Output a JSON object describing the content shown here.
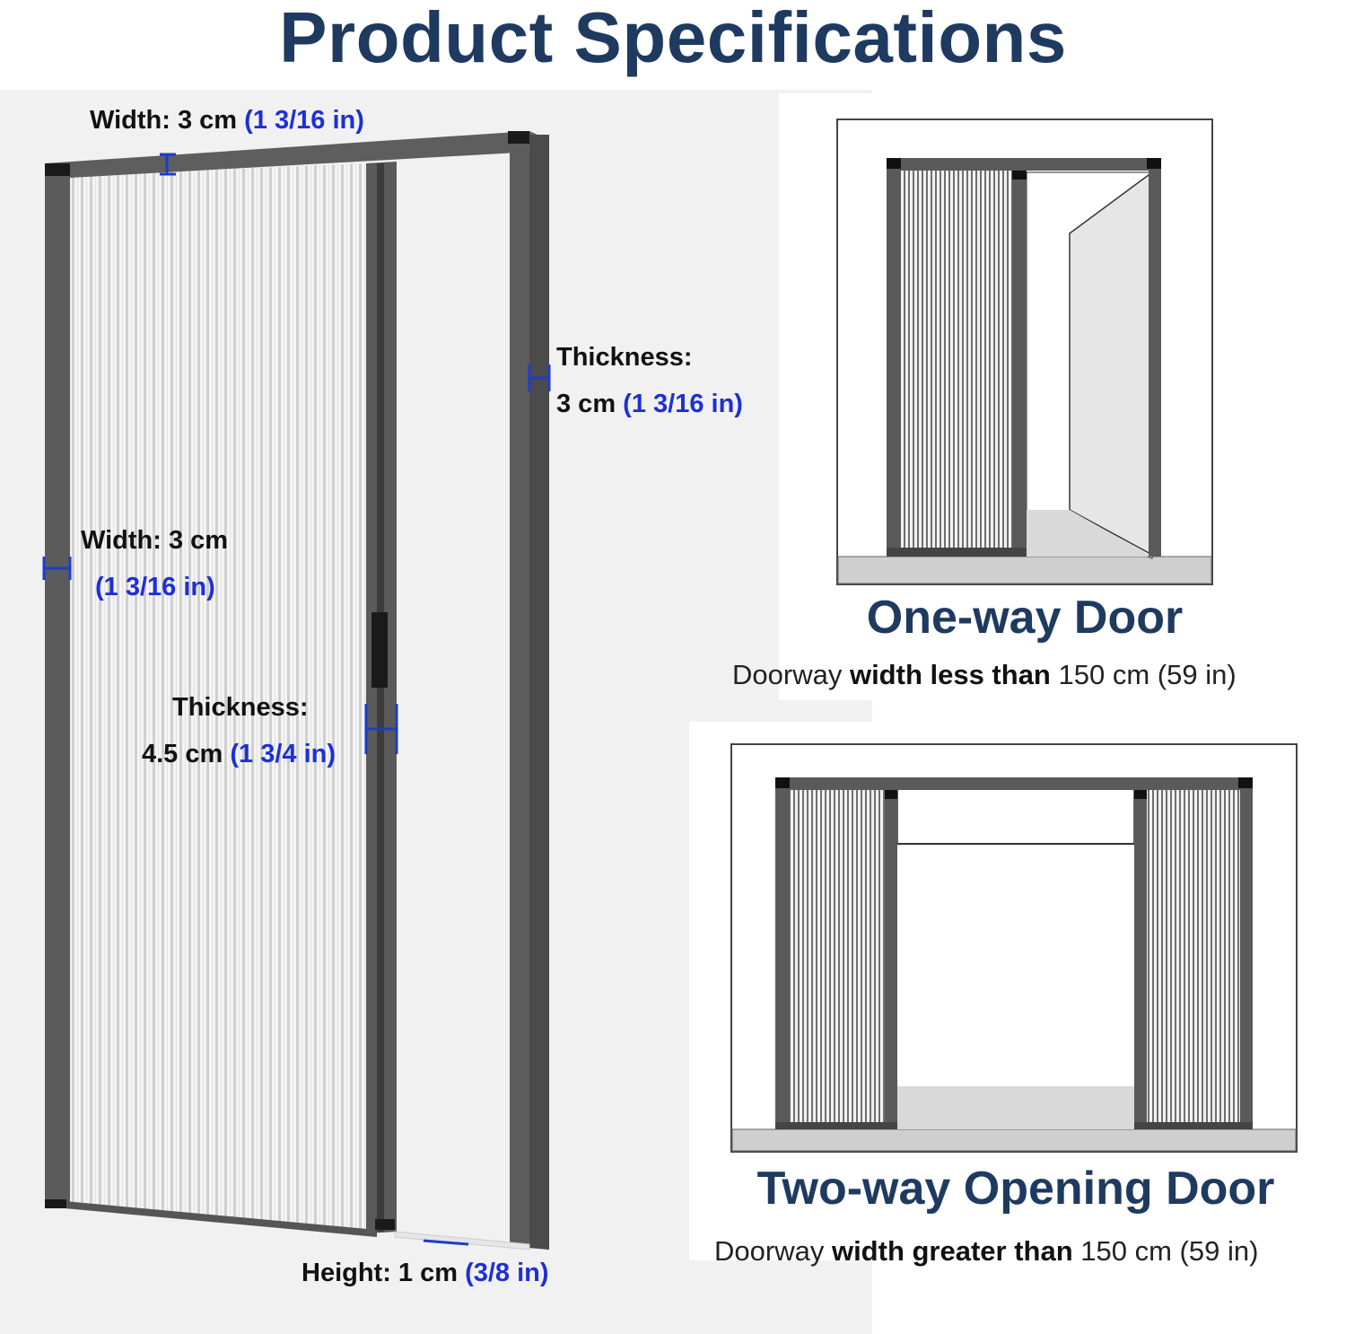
{
  "title": "Product Specifications",
  "dimensions": {
    "top_width": {
      "label": "Width: 3 cm",
      "imperial": "(1 3/16 in)"
    },
    "side_thickness": {
      "label": "Thickness:",
      "metric": "3 cm",
      "imperial": "(1 3/16 in)"
    },
    "left_width": {
      "label": "Width: 3 cm",
      "imperial": "(1 3/16 in)"
    },
    "mid_thickness": {
      "label": "Thickness:",
      "metric": "4.5 cm",
      "imperial": "(1 3/4 in)"
    },
    "bottom_height": {
      "label": "Height: 1 cm",
      "imperial": "(3/8 in)"
    }
  },
  "one_way": {
    "title": "One-way Door",
    "desc_prefix": "Doorway",
    "desc_bold": "width less than",
    "desc_suffix": "150 cm (59 in)"
  },
  "two_way": {
    "title": "Two-way Opening Door",
    "desc_prefix": "Doorway",
    "desc_bold": "width greater than",
    "desc_suffix": "150 cm (59 in)"
  },
  "colors": {
    "title": "#1f3a60",
    "imperial": "#1e2fd6",
    "frame": "#5b5b5b",
    "dimension_marker": "#1e3cc8"
  }
}
